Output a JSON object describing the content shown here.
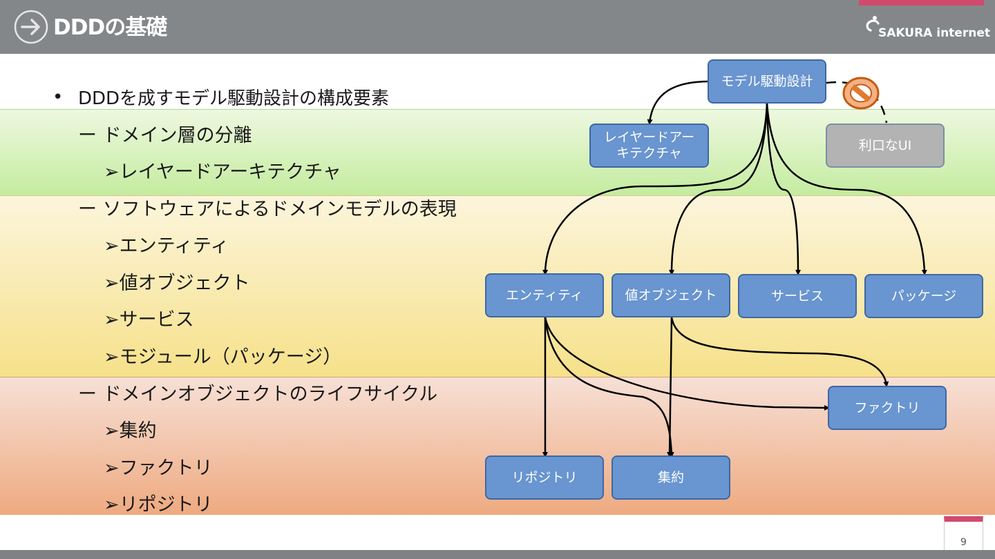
{
  "header": {
    "title": "DDDの基礎",
    "logo_text": "SAKURA internet"
  },
  "bullets": [
    "DDDを成すモデル駆動設計の構成要素",
    "ー ドメイン層の分離",
    "➢レイヤードアーキテクチャ",
    "ー ソフトウェアによるドメインモデルの表現",
    "➢エンティティ",
    "➢値オブジェクト",
    "➢サービス",
    "➢モジュール（パッケージ）",
    "ー ドメインオブジェクトのライフサイクル",
    "➢集約",
    "➢ファクトリ",
    "➢リポジトリ"
  ],
  "diagram": {
    "nodes": {
      "root": "モデル駆動設計",
      "layered_1": "レイヤードアー",
      "layered_2": "キテクチャ",
      "smart_ui": "利口なUI",
      "entity": "エンティティ",
      "value_object": "値オブジェクト",
      "service": "サービス",
      "package": "パッケージ",
      "factory": "ファクトリ",
      "repository": "リポジトリ",
      "aggregate": "集約"
    },
    "prohibited_icon": "no-entry-icon"
  },
  "page": {
    "number": "9"
  },
  "colors": {
    "header_bg": "#84878a",
    "accent": "#d04a6e",
    "node_fill": "#6995d0",
    "node_border": "#3f67a3",
    "node_gray": "#b3b3b3",
    "band_green": "#c4ec9f",
    "band_yellow": "#f6e18a",
    "band_orange": "#eeaa80",
    "prohibited": "#e07a2e"
  }
}
